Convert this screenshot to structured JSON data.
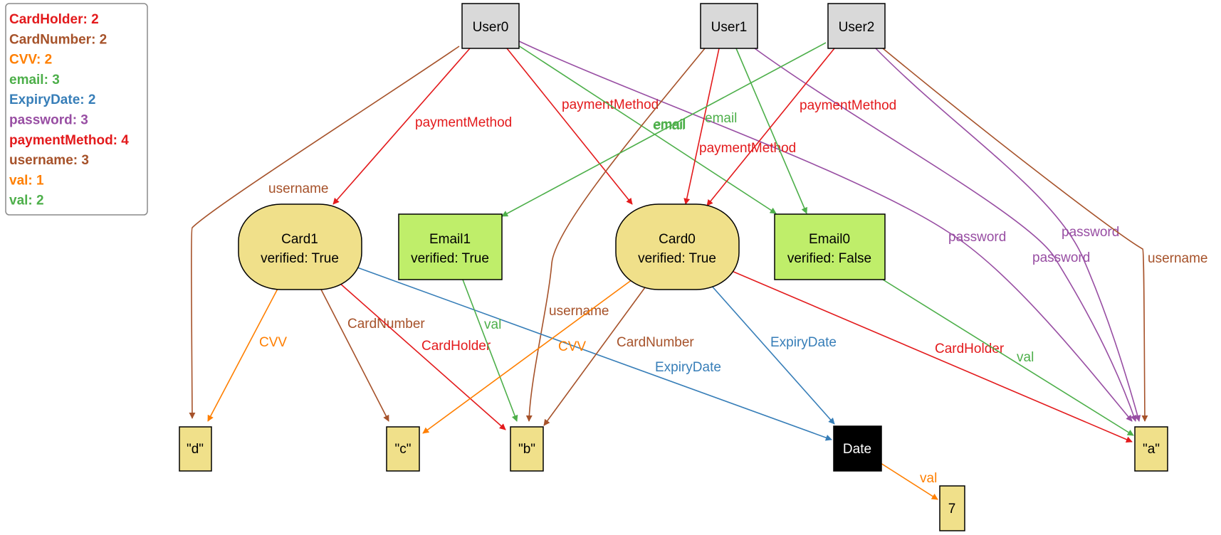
{
  "legend": [
    {
      "label": "CardHolder: 2",
      "color": "#e31a1c"
    },
    {
      "label": "CardNumber: 2",
      "color": "#a6522a"
    },
    {
      "label": "CVV: 2",
      "color": "#ff7f00"
    },
    {
      "label": "email: 3",
      "color": "#4daf4a"
    },
    {
      "label": "ExpiryDate: 2",
      "color": "#377eb8"
    },
    {
      "label": "password: 3",
      "color": "#984ea3"
    },
    {
      "label": "paymentMethod: 4",
      "color": "#e31a1c"
    },
    {
      "label": "username: 3",
      "color": "#a6522a"
    },
    {
      "label": "val: 1",
      "color": "#ff7f00"
    },
    {
      "label": "val: 2",
      "color": "#4daf4a"
    }
  ],
  "nodes": {
    "user0": {
      "line1": "User0",
      "line2": ""
    },
    "user1": {
      "line1": "User1",
      "line2": ""
    },
    "user2": {
      "line1": "User2",
      "line2": ""
    },
    "card1": {
      "line1": "Card1",
      "line2": "verified: True"
    },
    "email1": {
      "line1": "Email1",
      "line2": "verified: True"
    },
    "card0": {
      "line1": "Card0",
      "line2": "verified: True"
    },
    "email0": {
      "line1": "Email0",
      "line2": "verified: False"
    },
    "val_d": {
      "line1": "\"d\"",
      "line2": ""
    },
    "val_c": {
      "line1": "\"c\"",
      "line2": ""
    },
    "val_b": {
      "line1": "\"b\"",
      "line2": ""
    },
    "date": {
      "line1": "Date",
      "line2": ""
    },
    "val_a": {
      "line1": "\"a\"",
      "line2": ""
    },
    "val_7": {
      "line1": "7",
      "line2": ""
    }
  },
  "edges": [
    {
      "id": "u0-d",
      "label": "username",
      "color": "#a6522a"
    },
    {
      "id": "u0-card1",
      "label": "paymentMethod",
      "color": "#e31a1c"
    },
    {
      "id": "u0-card0",
      "label": "paymentMethod",
      "color": "#e31a1c"
    },
    {
      "id": "u0-email0",
      "label": "email",
      "color": "#4daf4a"
    },
    {
      "id": "u0-a",
      "label": "password",
      "color": "#984ea3"
    },
    {
      "id": "u1-b",
      "label": "username",
      "color": "#a6522a"
    },
    {
      "id": "u1-card0",
      "label": "paymentMethod",
      "color": "#e31a1c"
    },
    {
      "id": "u1-email0",
      "label": "email",
      "color": "#4daf4a"
    },
    {
      "id": "u1-a",
      "label": "password",
      "color": "#984ea3"
    },
    {
      "id": "u2-email1",
      "label": "email",
      "color": "#4daf4a"
    },
    {
      "id": "u2-card0",
      "label": "paymentMethod",
      "color": "#e31a1c"
    },
    {
      "id": "u2-a-pw",
      "label": "password",
      "color": "#984ea3"
    },
    {
      "id": "u2-a-un",
      "label": "username",
      "color": "#a6522a"
    },
    {
      "id": "card1-d",
      "label": "CVV",
      "color": "#ff7f00"
    },
    {
      "id": "card1-c",
      "label": "CardNumber",
      "color": "#a6522a"
    },
    {
      "id": "card1-b",
      "label": "CardHolder",
      "color": "#e31a1c"
    },
    {
      "id": "card1-date",
      "label": "ExpiryDate",
      "color": "#377eb8"
    },
    {
      "id": "email1-b",
      "label": "val",
      "color": "#4daf4a"
    },
    {
      "id": "card0-c",
      "label": "CVV",
      "color": "#ff7f00"
    },
    {
      "id": "card0-b",
      "label": "CardNumber",
      "color": "#a6522a"
    },
    {
      "id": "card0-date",
      "label": "ExpiryDate",
      "color": "#377eb8"
    },
    {
      "id": "card0-a",
      "label": "CardHolder",
      "color": "#e31a1c"
    },
    {
      "id": "email0-a",
      "label": "val",
      "color": "#4daf4a"
    },
    {
      "id": "date-7",
      "label": "val",
      "color": "#ff7f00"
    }
  ],
  "colors": {
    "user_fill": "#d9d9d9",
    "card_fill": "#f0e08a",
    "email_fill": "#bfee6a",
    "value_fill": "#f0e08a",
    "date_fill": "#000000"
  }
}
